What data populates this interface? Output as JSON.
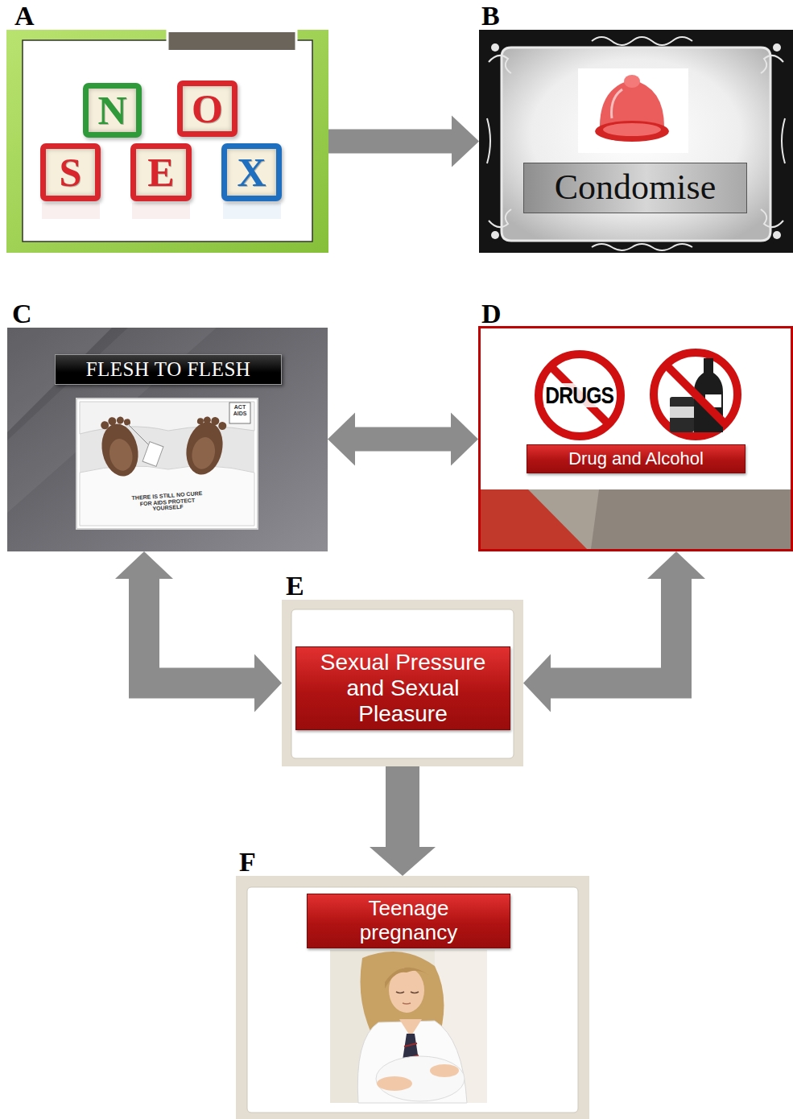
{
  "diagram": {
    "nodes": [
      {
        "text": [
          "A"
        ]
      },
      {
        "text": [
          "N"
        ],
        "in": 0
      },
      {
        "text": [
          "O"
        ],
        "in": 0
      },
      {
        "text": [
          "S"
        ],
        "in": 0
      },
      {
        "text": [
          "E"
        ],
        "in": 0
      },
      {
        "text": [
          "X"
        ],
        "in": 0
      },
      {
        "text": [
          "B"
        ]
      },
      {
        "text": [
          "Condomise"
        ],
        "in": 6
      },
      {
        "text": [
          "C"
        ]
      },
      {
        "text": [
          "FLESH TO FLESH"
        ],
        "in": 8
      },
      {
        "text": [
          "D"
        ]
      },
      {
        "text": [
          "DRUGS"
        ],
        "in": 10
      },
      {
        "text": [
          "Drug and Alcohol"
        ],
        "in": 10
      },
      {
        "text": [
          "E"
        ]
      },
      {
        "text": [
          "Sexual Pressure and Sexual Pleasure"
        ],
        "in": 13
      },
      {
        "text": [
          "F"
        ]
      },
      {
        "text": [
          "Teenage pregnancy"
        ],
        "in": 15
      }
    ],
    "edges": [
      {
        "from": 0,
        "to": 6,
        "arrow": "to"
      },
      {
        "from": 8,
        "to": 10,
        "arrow": "both"
      },
      {
        "from": 13,
        "to": 8,
        "arrow": "both"
      },
      {
        "from": 13,
        "to": 10,
        "arrow": "both"
      },
      {
        "from": 13,
        "to": 15,
        "arrow": "to"
      }
    ],
    "labels": [
      "ACT AIDS",
      "THERE IS STILL NO CURE FOR AIDS PROTECT YOURSELF"
    ]
  }
}
